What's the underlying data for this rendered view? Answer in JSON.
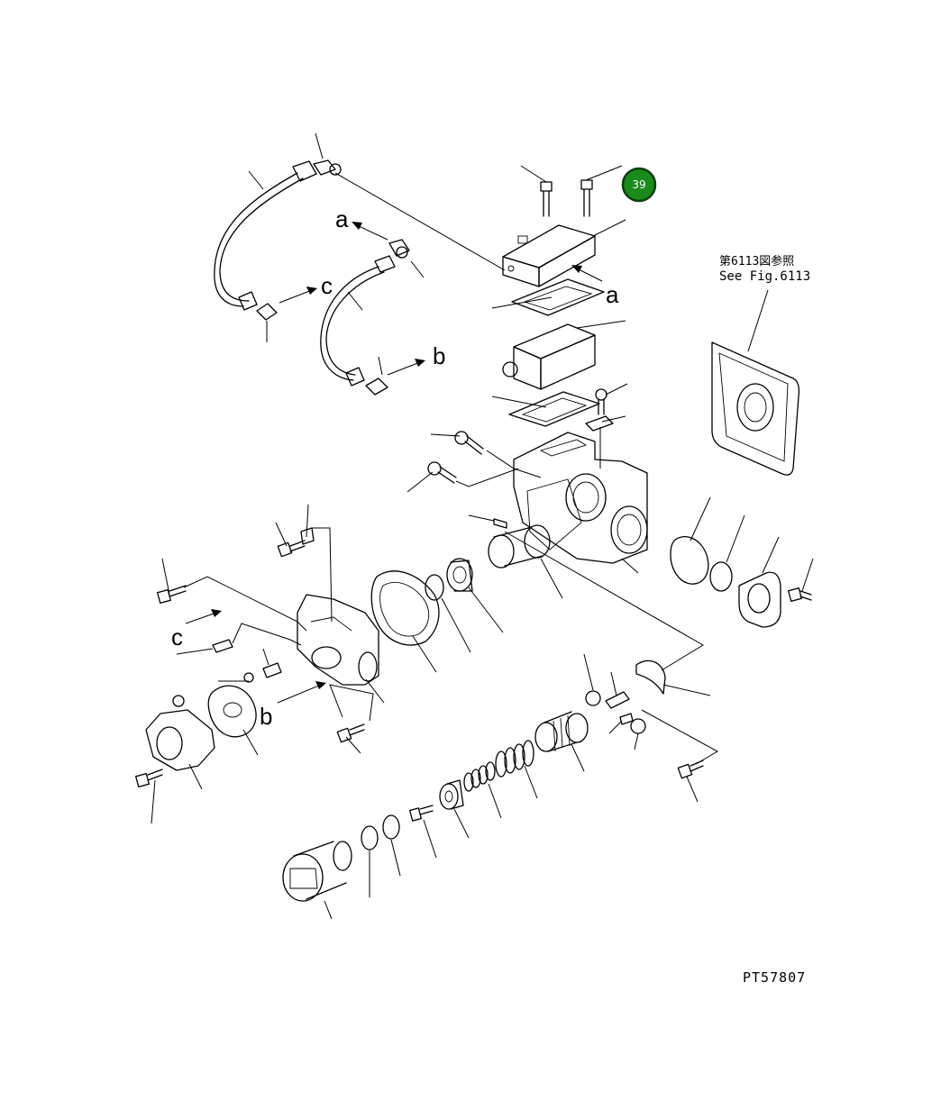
{
  "callout": {
    "number": "39",
    "color": "#1a8a1a"
  },
  "reference": {
    "line1": "第6113図参照",
    "line2": "See Fig.6113"
  },
  "figure_code": "PT57807",
  "port_labels": {
    "a_top": "a",
    "a_right": "a",
    "b_top": "b",
    "b_bottom": "b",
    "c_top": "c",
    "c_bottom": "c"
  }
}
